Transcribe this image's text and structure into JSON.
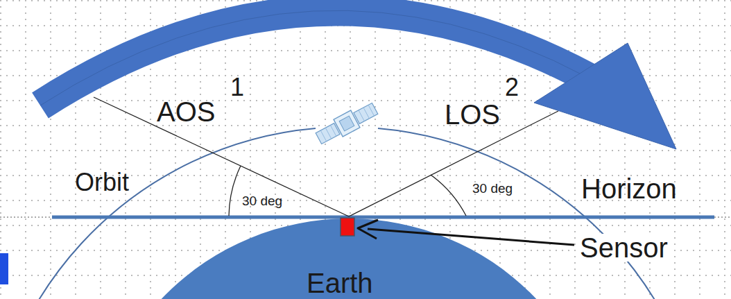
{
  "diagram": {
    "labels": [
      "1",
      "2",
      "AOS",
      "LOS",
      "Orbit",
      "30 deg",
      "30 deg",
      "Horizon",
      "Sensor",
      "Earth"
    ]
  }
}
